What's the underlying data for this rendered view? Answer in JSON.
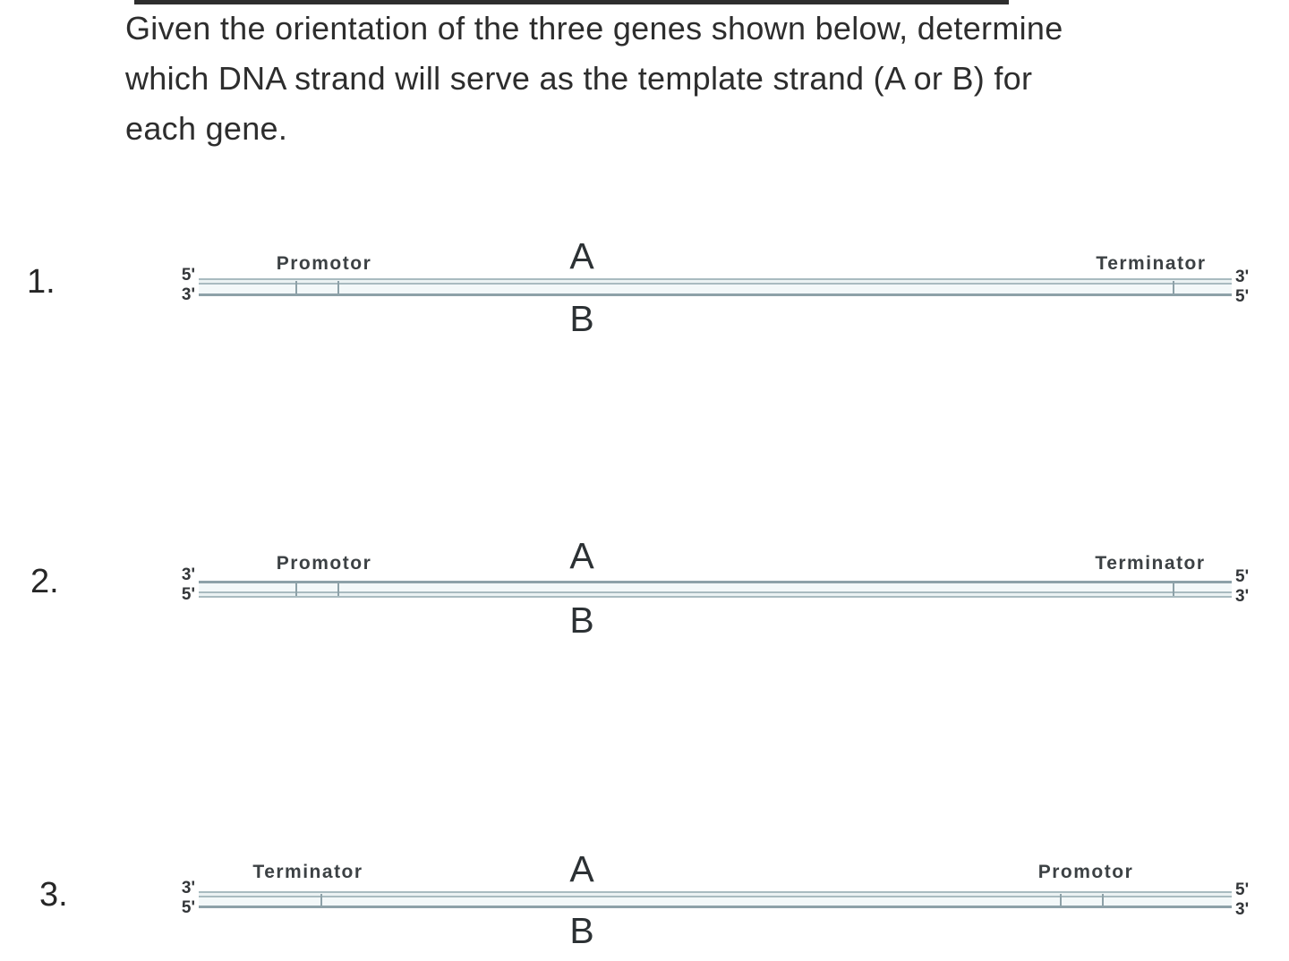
{
  "title": {
    "lines": [
      "Given the orientation of the three genes shown below, determine",
      "which DNA strand will serve as the template strand (A or B) for",
      "each gene."
    ]
  },
  "colors": {
    "strand_thin": "#8da1a8",
    "strand_edge": "#a9bbc0",
    "strand_fill": "#ebf2f3",
    "tick": "#8da1a8",
    "text": "#2d2d2d",
    "top_artifact": "#2e2e2e"
  },
  "diagrams": [
    {
      "number": "1.",
      "left_top_prime": "5'",
      "left_bottom_prime": "3'",
      "right_top_prime": "3'",
      "right_bottom_prime": "5'",
      "upper_strand_name": "A",
      "lower_strand_name": "B",
      "left_region_label": "Promotor",
      "right_region_label": "Terminator"
    },
    {
      "number": "2.",
      "left_top_prime": "3'",
      "left_bottom_prime": "5'",
      "right_top_prime": "5'",
      "right_bottom_prime": "3'",
      "upper_strand_name": "A",
      "lower_strand_name": "B",
      "left_region_label": "Promotor",
      "right_region_label": "Terminator"
    },
    {
      "number": "3.",
      "left_top_prime": "3'",
      "left_bottom_prime": "5'",
      "right_top_prime": "5'",
      "right_bottom_prime": "3'",
      "upper_strand_name": "A",
      "lower_strand_name": "B",
      "left_region_label": "Terminator",
      "right_region_label": "Promotor"
    }
  ]
}
